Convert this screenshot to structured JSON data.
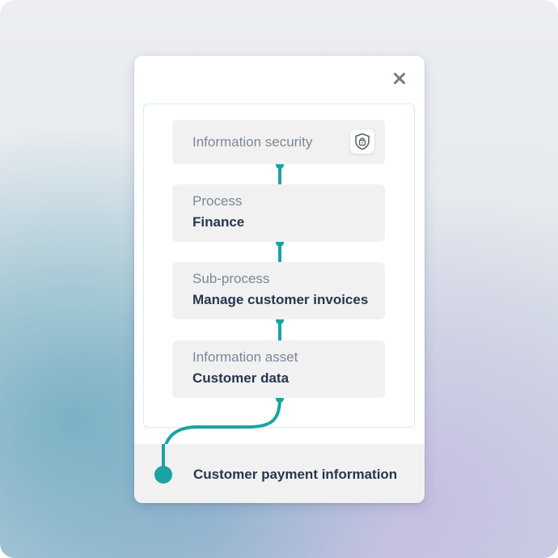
{
  "dialog": {
    "close_icon": "close-icon",
    "accent_color": "#1aa3a3"
  },
  "hierarchy": [
    {
      "label": "Information security",
      "value": null,
      "icon": "shield-lock-icon"
    },
    {
      "label": "Process",
      "value": "Finance"
    },
    {
      "label": "Sub-process",
      "value": "Manage customer invoices"
    },
    {
      "label": "Information asset",
      "value": "Customer data"
    }
  ],
  "footer": {
    "text": "Customer payment information"
  }
}
